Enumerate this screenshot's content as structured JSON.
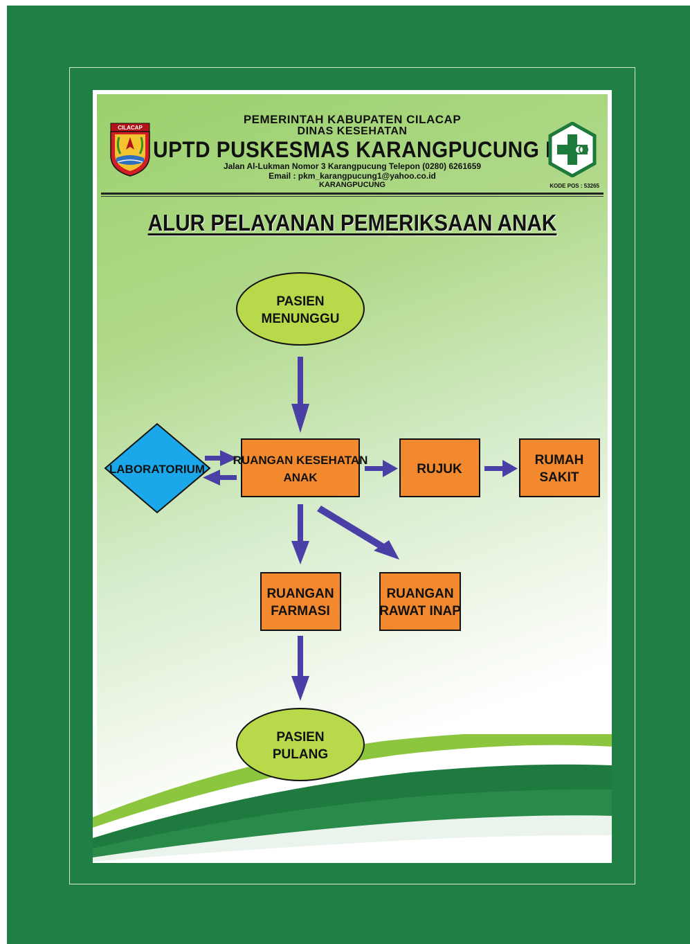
{
  "header": {
    "line1": "PEMERINTAH KABUPATEN CILACAP",
    "line2": "DINAS KESEHATAN",
    "title": "UPTD PUSKESMAS KARANGPUCUNG I",
    "address": "Jalan Al-Lukman Nomor 3 Karangpucung Telepon (0280) 6261659",
    "email": "Email : pkm_karangpucung1@yahoo.co.id",
    "city": "KARANGPUCUNG",
    "postal_code": "KODE POS : 53265",
    "crest_text": "CILACAP"
  },
  "main_title": "ALUR PELAYANAN PEMERIKSAAN ANAK",
  "nodes": {
    "pasien_menunggu": {
      "line1": "PASIEN",
      "line2": "MENUNGGU"
    },
    "laboratorium": {
      "line1": "LABORATORIUM"
    },
    "ruangan_kesehatan_anak": {
      "line1": "RUANGAN KESEHATAN",
      "line2": "ANAK"
    },
    "rujuk": {
      "line1": "RUJUK"
    },
    "rumah_sakit": {
      "line1": "RUMAH",
      "line2": "SAKIT"
    },
    "ruangan_farmasi": {
      "line1": "RUANGAN",
      "line2": "FARMASI"
    },
    "ruangan_rawat_inap": {
      "line1": "RUANGAN",
      "line2": "RAWAT INAP"
    },
    "pasien_pulang": {
      "line1": "PASIEN",
      "line2": "PULANG"
    }
  },
  "colors": {
    "frame": "#207f45",
    "ellipse": "#b8d94a",
    "box": "#f2892f",
    "diamond": "#1aa8ea",
    "arrow": "#4a3fa6"
  }
}
